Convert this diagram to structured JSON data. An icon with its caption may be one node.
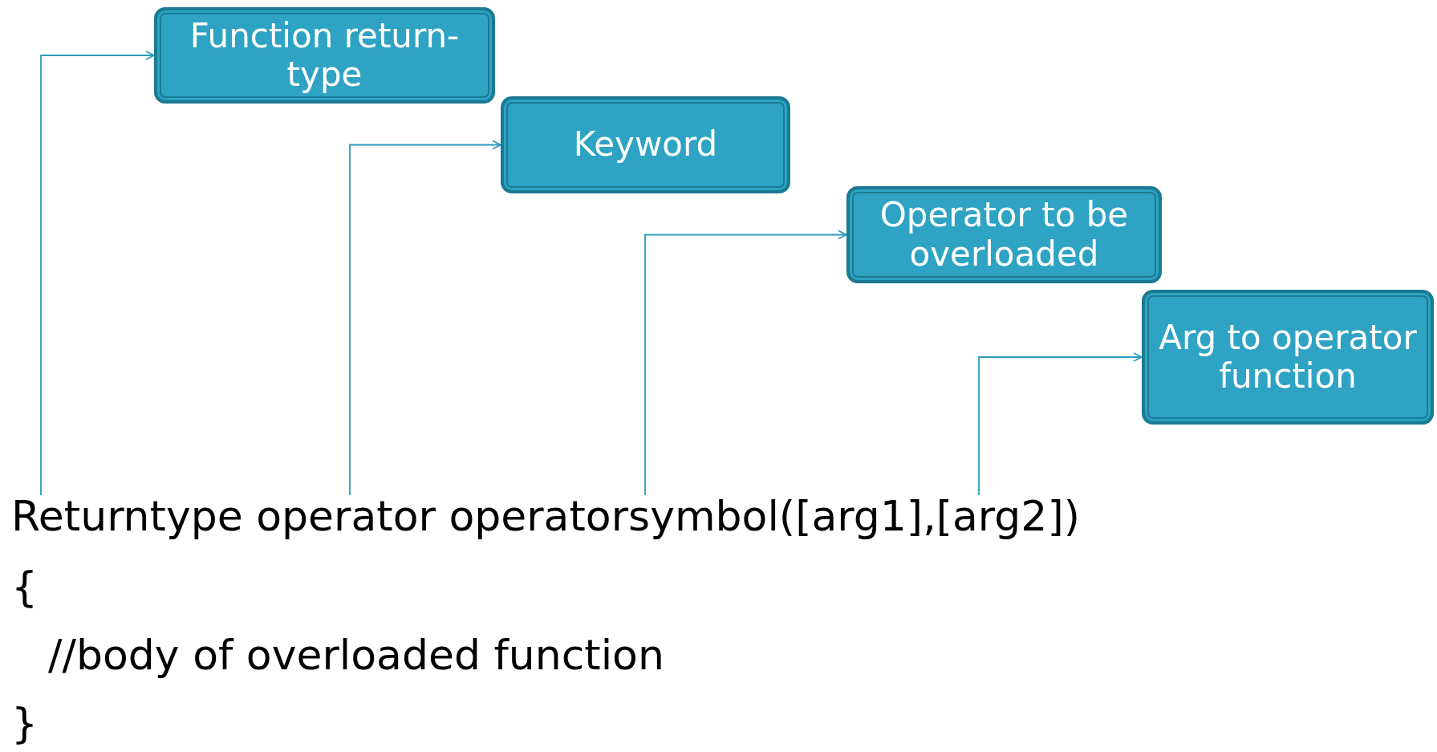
{
  "diagram": {
    "nodes": [
      {
        "text": [
          "Function return-type"
        ]
      },
      {
        "text": [
          "Keyword"
        ]
      },
      {
        "text": [
          "Operator to be overloaded"
        ]
      },
      {
        "text": [
          "Arg to operator function"
        ]
      },
      {
        "text": [
          "Returntype"
        ]
      },
      {
        "text": [
          "operator"
        ]
      },
      {
        "text": [
          "operatorsymbol"
        ]
      },
      {
        "text": [
          "([arg1],[arg2])"
        ]
      }
    ],
    "edges": [
      {
        "from": 4,
        "to": 0,
        "arrow": "to"
      },
      {
        "from": 5,
        "to": 1,
        "arrow": "to"
      },
      {
        "from": 6,
        "to": 2,
        "arrow": "to"
      },
      {
        "from": 7,
        "to": 3,
        "arrow": "to"
      }
    ],
    "labels": [
      "{",
      "//body of overloaded function",
      "}"
    ]
  }
}
